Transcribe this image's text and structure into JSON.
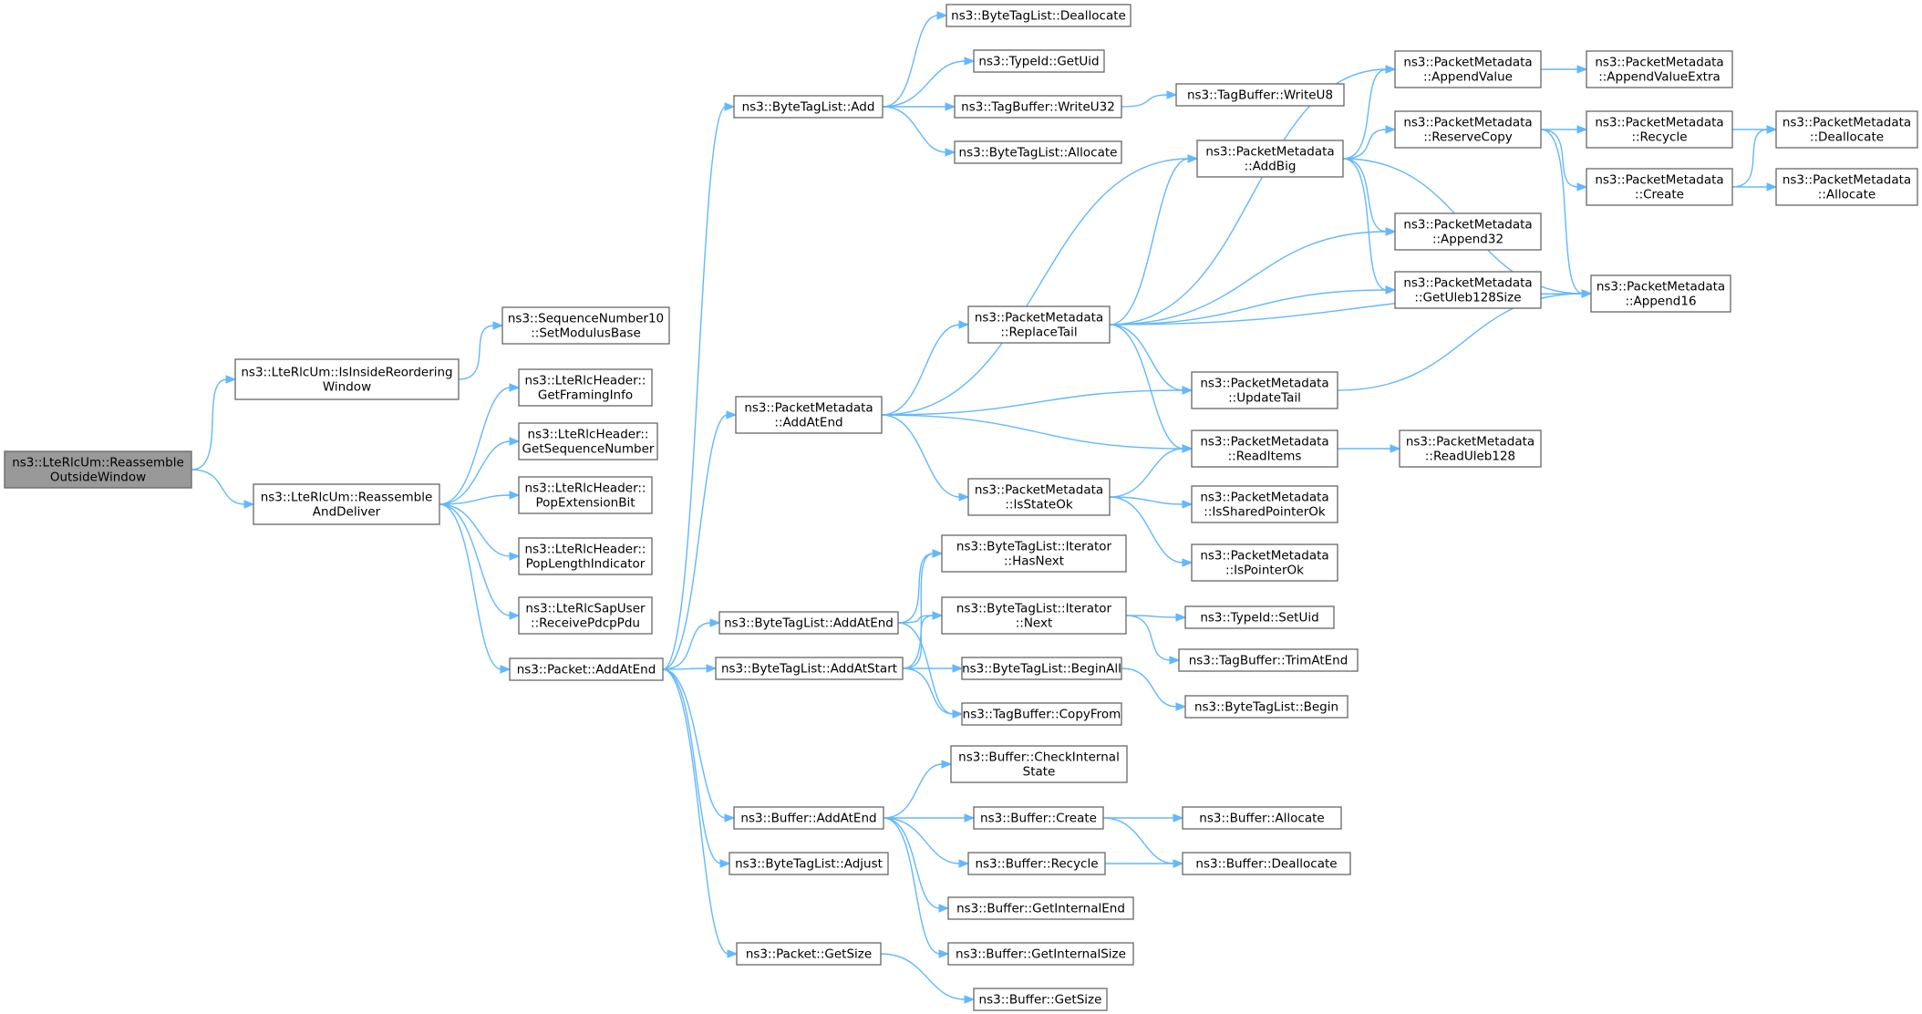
{
  "graph": {
    "nodes": [
      {
        "id": "root",
        "lines": [
          "ns3::LteRlcUm::Reassemble",
          "OutsideWindow"
        ],
        "root": true
      },
      {
        "id": "isInside",
        "lines": [
          "ns3::LteRlcUm::IsInsideReordering",
          "Window"
        ]
      },
      {
        "id": "reasmDeliver",
        "lines": [
          "ns3::LteRlcUm::Reassemble",
          "AndDeliver"
        ]
      },
      {
        "id": "seqMod",
        "lines": [
          "ns3::SequenceNumber10",
          "::SetModulusBase"
        ]
      },
      {
        "id": "getFraming",
        "lines": [
          "ns3::LteRlcHeader::",
          "GetFramingInfo"
        ]
      },
      {
        "id": "getSeqNum",
        "lines": [
          "ns3::LteRlcHeader::",
          "GetSequenceNumber"
        ]
      },
      {
        "id": "popExt",
        "lines": [
          "ns3::LteRlcHeader::",
          "PopExtensionBit"
        ]
      },
      {
        "id": "popLen",
        "lines": [
          "ns3::LteRlcHeader::",
          "PopLengthIndicator"
        ]
      },
      {
        "id": "recvPdcp",
        "lines": [
          "ns3::LteRlcSapUser",
          "::ReceivePdcpPdu"
        ]
      },
      {
        "id": "pktAddAtEnd",
        "lines": [
          "ns3::Packet::AddAtEnd"
        ]
      },
      {
        "id": "btlAdd",
        "lines": [
          "ns3::ByteTagList::Add"
        ]
      },
      {
        "id": "pmAddAtEnd",
        "lines": [
          "ns3::PacketMetadata",
          "::AddAtEnd"
        ]
      },
      {
        "id": "btlAddAtEnd",
        "lines": [
          "ns3::ByteTagList::AddAtEnd"
        ]
      },
      {
        "id": "btlAddAtStart",
        "lines": [
          "ns3::ByteTagList::AddAtStart"
        ]
      },
      {
        "id": "bufAddAtEnd",
        "lines": [
          "ns3::Buffer::AddAtEnd"
        ]
      },
      {
        "id": "btlAdjust",
        "lines": [
          "ns3::ByteTagList::Adjust"
        ]
      },
      {
        "id": "pktGetSize",
        "lines": [
          "ns3::Packet::GetSize"
        ]
      },
      {
        "id": "btlDealloc",
        "lines": [
          "ns3::ByteTagList::Deallocate"
        ]
      },
      {
        "id": "typeGetUid",
        "lines": [
          "ns3::TypeId::GetUid"
        ]
      },
      {
        "id": "tbWriteU32",
        "lines": [
          "ns3::TagBuffer::WriteU32"
        ]
      },
      {
        "id": "btlAlloc",
        "lines": [
          "ns3::ByteTagList::Allocate"
        ]
      },
      {
        "id": "tbWriteU8",
        "lines": [
          "ns3::TagBuffer::WriteU8"
        ]
      },
      {
        "id": "pmAddBig",
        "lines": [
          "ns3::PacketMetadata",
          "::AddBig"
        ]
      },
      {
        "id": "pmReplaceTail",
        "lines": [
          "ns3::PacketMetadata",
          "::ReplaceTail"
        ]
      },
      {
        "id": "pmIsStateOk",
        "lines": [
          "ns3::PacketMetadata",
          "::IsStateOk"
        ]
      },
      {
        "id": "pmAppendValue",
        "lines": [
          "ns3::PacketMetadata",
          "::AppendValue"
        ]
      },
      {
        "id": "pmReserveCopy",
        "lines": [
          "ns3::PacketMetadata",
          "::ReserveCopy"
        ]
      },
      {
        "id": "pmAppend32",
        "lines": [
          "ns3::PacketMetadata",
          "::Append32"
        ]
      },
      {
        "id": "pmGetUleb",
        "lines": [
          "ns3::PacketMetadata",
          "::GetUleb128Size"
        ]
      },
      {
        "id": "pmUpdateTail",
        "lines": [
          "ns3::PacketMetadata",
          "::UpdateTail"
        ]
      },
      {
        "id": "pmReadItems",
        "lines": [
          "ns3::PacketMetadata",
          "::ReadItems"
        ]
      },
      {
        "id": "pmIsShared",
        "lines": [
          "ns3::PacketMetadata",
          "::IsSharedPointerOk"
        ]
      },
      {
        "id": "pmIsPointer",
        "lines": [
          "ns3::PacketMetadata",
          "::IsPointerOk"
        ]
      },
      {
        "id": "pmAppendValueExtra",
        "lines": [
          "ns3::PacketMetadata",
          "::AppendValueExtra"
        ]
      },
      {
        "id": "pmRecycle",
        "lines": [
          "ns3::PacketMetadata",
          "::Recycle"
        ]
      },
      {
        "id": "pmCreate",
        "lines": [
          "ns3::PacketMetadata",
          "::Create"
        ]
      },
      {
        "id": "pmAppend16",
        "lines": [
          "ns3::PacketMetadata",
          "::Append16"
        ]
      },
      {
        "id": "pmReadUleb",
        "lines": [
          "ns3::PacketMetadata",
          "::ReadUleb128"
        ]
      },
      {
        "id": "pmDealloc",
        "lines": [
          "ns3::PacketMetadata",
          "::Deallocate"
        ]
      },
      {
        "id": "pmAlloc",
        "lines": [
          "ns3::PacketMetadata",
          "::Allocate"
        ]
      },
      {
        "id": "btlItHasNext",
        "lines": [
          "ns3::ByteTagList::Iterator",
          "::HasNext"
        ]
      },
      {
        "id": "btlItNext",
        "lines": [
          "ns3::ByteTagList::Iterator",
          "::Next"
        ]
      },
      {
        "id": "btlBeginAll",
        "lines": [
          "ns3::ByteTagList::BeginAll"
        ]
      },
      {
        "id": "tbCopyFrom",
        "lines": [
          "ns3::TagBuffer::CopyFrom"
        ]
      },
      {
        "id": "typeSetUid",
        "lines": [
          "ns3::TypeId::SetUid"
        ]
      },
      {
        "id": "tbTrimAtEnd",
        "lines": [
          "ns3::TagBuffer::TrimAtEnd"
        ]
      },
      {
        "id": "btlBegin",
        "lines": [
          "ns3::ByteTagList::Begin"
        ]
      },
      {
        "id": "bufCheckInternal",
        "lines": [
          "ns3::Buffer::CheckInternal",
          "State"
        ]
      },
      {
        "id": "bufCreate",
        "lines": [
          "ns3::Buffer::Create"
        ]
      },
      {
        "id": "bufRecycle",
        "lines": [
          "ns3::Buffer::Recycle"
        ]
      },
      {
        "id": "bufGetInternalEnd",
        "lines": [
          "ns3::Buffer::GetInternalEnd"
        ]
      },
      {
        "id": "bufGetInternalSize",
        "lines": [
          "ns3::Buffer::GetInternalSize"
        ]
      },
      {
        "id": "bufAllocate",
        "lines": [
          "ns3::Buffer::Allocate"
        ]
      },
      {
        "id": "bufDeallocate",
        "lines": [
          "ns3::Buffer::Deallocate"
        ]
      },
      {
        "id": "bufGetSize",
        "lines": [
          "ns3::Buffer::GetSize"
        ]
      }
    ],
    "edges": [
      [
        "root",
        "isInside"
      ],
      [
        "root",
        "reasmDeliver"
      ],
      [
        "isInside",
        "seqMod"
      ],
      [
        "reasmDeliver",
        "getFraming"
      ],
      [
        "reasmDeliver",
        "getSeqNum"
      ],
      [
        "reasmDeliver",
        "popExt"
      ],
      [
        "reasmDeliver",
        "popLen"
      ],
      [
        "reasmDeliver",
        "recvPdcp"
      ],
      [
        "reasmDeliver",
        "pktAddAtEnd"
      ],
      [
        "pktAddAtEnd",
        "btlAdd"
      ],
      [
        "pktAddAtEnd",
        "pmAddAtEnd"
      ],
      [
        "pktAddAtEnd",
        "btlAddAtEnd"
      ],
      [
        "pktAddAtEnd",
        "btlAddAtStart"
      ],
      [
        "pktAddAtEnd",
        "bufAddAtEnd"
      ],
      [
        "pktAddAtEnd",
        "btlAdjust"
      ],
      [
        "pktAddAtEnd",
        "pktGetSize"
      ],
      [
        "btlAdd",
        "btlDealloc"
      ],
      [
        "btlAdd",
        "typeGetUid"
      ],
      [
        "btlAdd",
        "tbWriteU32"
      ],
      [
        "btlAdd",
        "btlAlloc"
      ],
      [
        "tbWriteU32",
        "tbWriteU8"
      ],
      [
        "pmAddAtEnd",
        "pmAddBig"
      ],
      [
        "pmAddAtEnd",
        "pmReplaceTail"
      ],
      [
        "pmAddAtEnd",
        "pmUpdateTail"
      ],
      [
        "pmAddAtEnd",
        "pmReadItems"
      ],
      [
        "pmAddAtEnd",
        "pmIsStateOk"
      ],
      [
        "pmReplaceTail",
        "pmAppendValue"
      ],
      [
        "pmReplaceTail",
        "pmAddBig"
      ],
      [
        "pmReplaceTail",
        "pmAppend32"
      ],
      [
        "pmReplaceTail",
        "pmGetUleb"
      ],
      [
        "pmReplaceTail",
        "pmAppend16"
      ],
      [
        "pmReplaceTail",
        "pmUpdateTail"
      ],
      [
        "pmReplaceTail",
        "pmReadItems"
      ],
      [
        "pmAddBig",
        "pmAppendValue"
      ],
      [
        "pmAddBig",
        "pmReserveCopy"
      ],
      [
        "pmAddBig",
        "pmAppend32"
      ],
      [
        "pmAddBig",
        "pmGetUleb"
      ],
      [
        "pmAddBig",
        "pmAppend16"
      ],
      [
        "pmAppendValue",
        "pmAppendValueExtra"
      ],
      [
        "pmReserveCopy",
        "pmRecycle"
      ],
      [
        "pmReserveCopy",
        "pmCreate"
      ],
      [
        "pmReserveCopy",
        "pmAppend16"
      ],
      [
        "pmRecycle",
        "pmDealloc"
      ],
      [
        "pmCreate",
        "pmDealloc"
      ],
      [
        "pmCreate",
        "pmAlloc"
      ],
      [
        "pmUpdateTail",
        "pmAppend16"
      ],
      [
        "pmReadItems",
        "pmReadUleb"
      ],
      [
        "pmIsStateOk",
        "pmReadItems"
      ],
      [
        "pmIsStateOk",
        "pmIsShared"
      ],
      [
        "pmIsStateOk",
        "pmIsPointer"
      ],
      [
        "btlAddAtEnd",
        "btlItHasNext"
      ],
      [
        "btlAddAtEnd",
        "btlItNext"
      ],
      [
        "btlAddAtEnd",
        "tbCopyFrom"
      ],
      [
        "btlAddAtStart",
        "btlItHasNext"
      ],
      [
        "btlAddAtStart",
        "btlItNext"
      ],
      [
        "btlAddAtStart",
        "btlBeginAll"
      ],
      [
        "btlAddAtStart",
        "tbCopyFrom"
      ],
      [
        "btlItNext",
        "typeSetUid"
      ],
      [
        "btlItNext",
        "tbTrimAtEnd"
      ],
      [
        "btlBeginAll",
        "btlBegin"
      ],
      [
        "bufAddAtEnd",
        "bufCheckInternal"
      ],
      [
        "bufAddAtEnd",
        "bufCreate"
      ],
      [
        "bufAddAtEnd",
        "bufRecycle"
      ],
      [
        "bufAddAtEnd",
        "bufGetInternalEnd"
      ],
      [
        "bufAddAtEnd",
        "bufGetInternalSize"
      ],
      [
        "bufCreate",
        "bufAllocate"
      ],
      [
        "bufCreate",
        "bufDeallocate"
      ],
      [
        "bufRecycle",
        "bufDeallocate"
      ],
      [
        "pktGetSize",
        "bufGetSize"
      ]
    ],
    "colors": {
      "edge": "#63b8ff",
      "border": "#666666",
      "root_fill": "#999999",
      "node_fill": "#ffffff"
    }
  }
}
